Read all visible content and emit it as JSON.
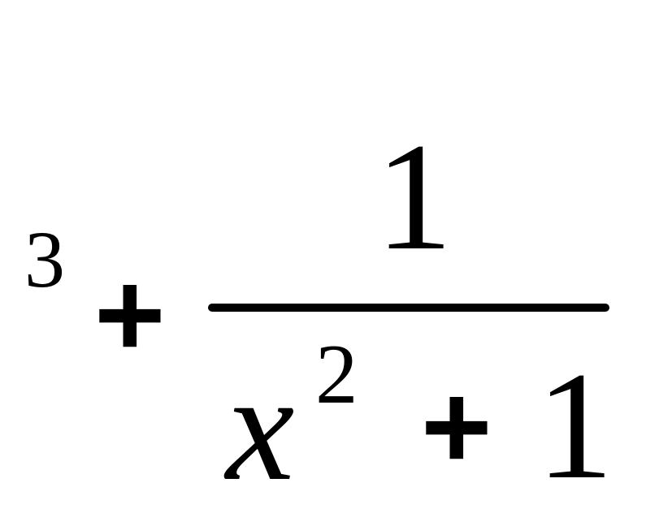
{
  "formula": {
    "left_superscript": "3",
    "operator": "+",
    "fraction": {
      "numerator": "1",
      "denominator": {
        "variable": "x",
        "exponent": "2",
        "operator": "+",
        "constant": "1"
      }
    }
  }
}
